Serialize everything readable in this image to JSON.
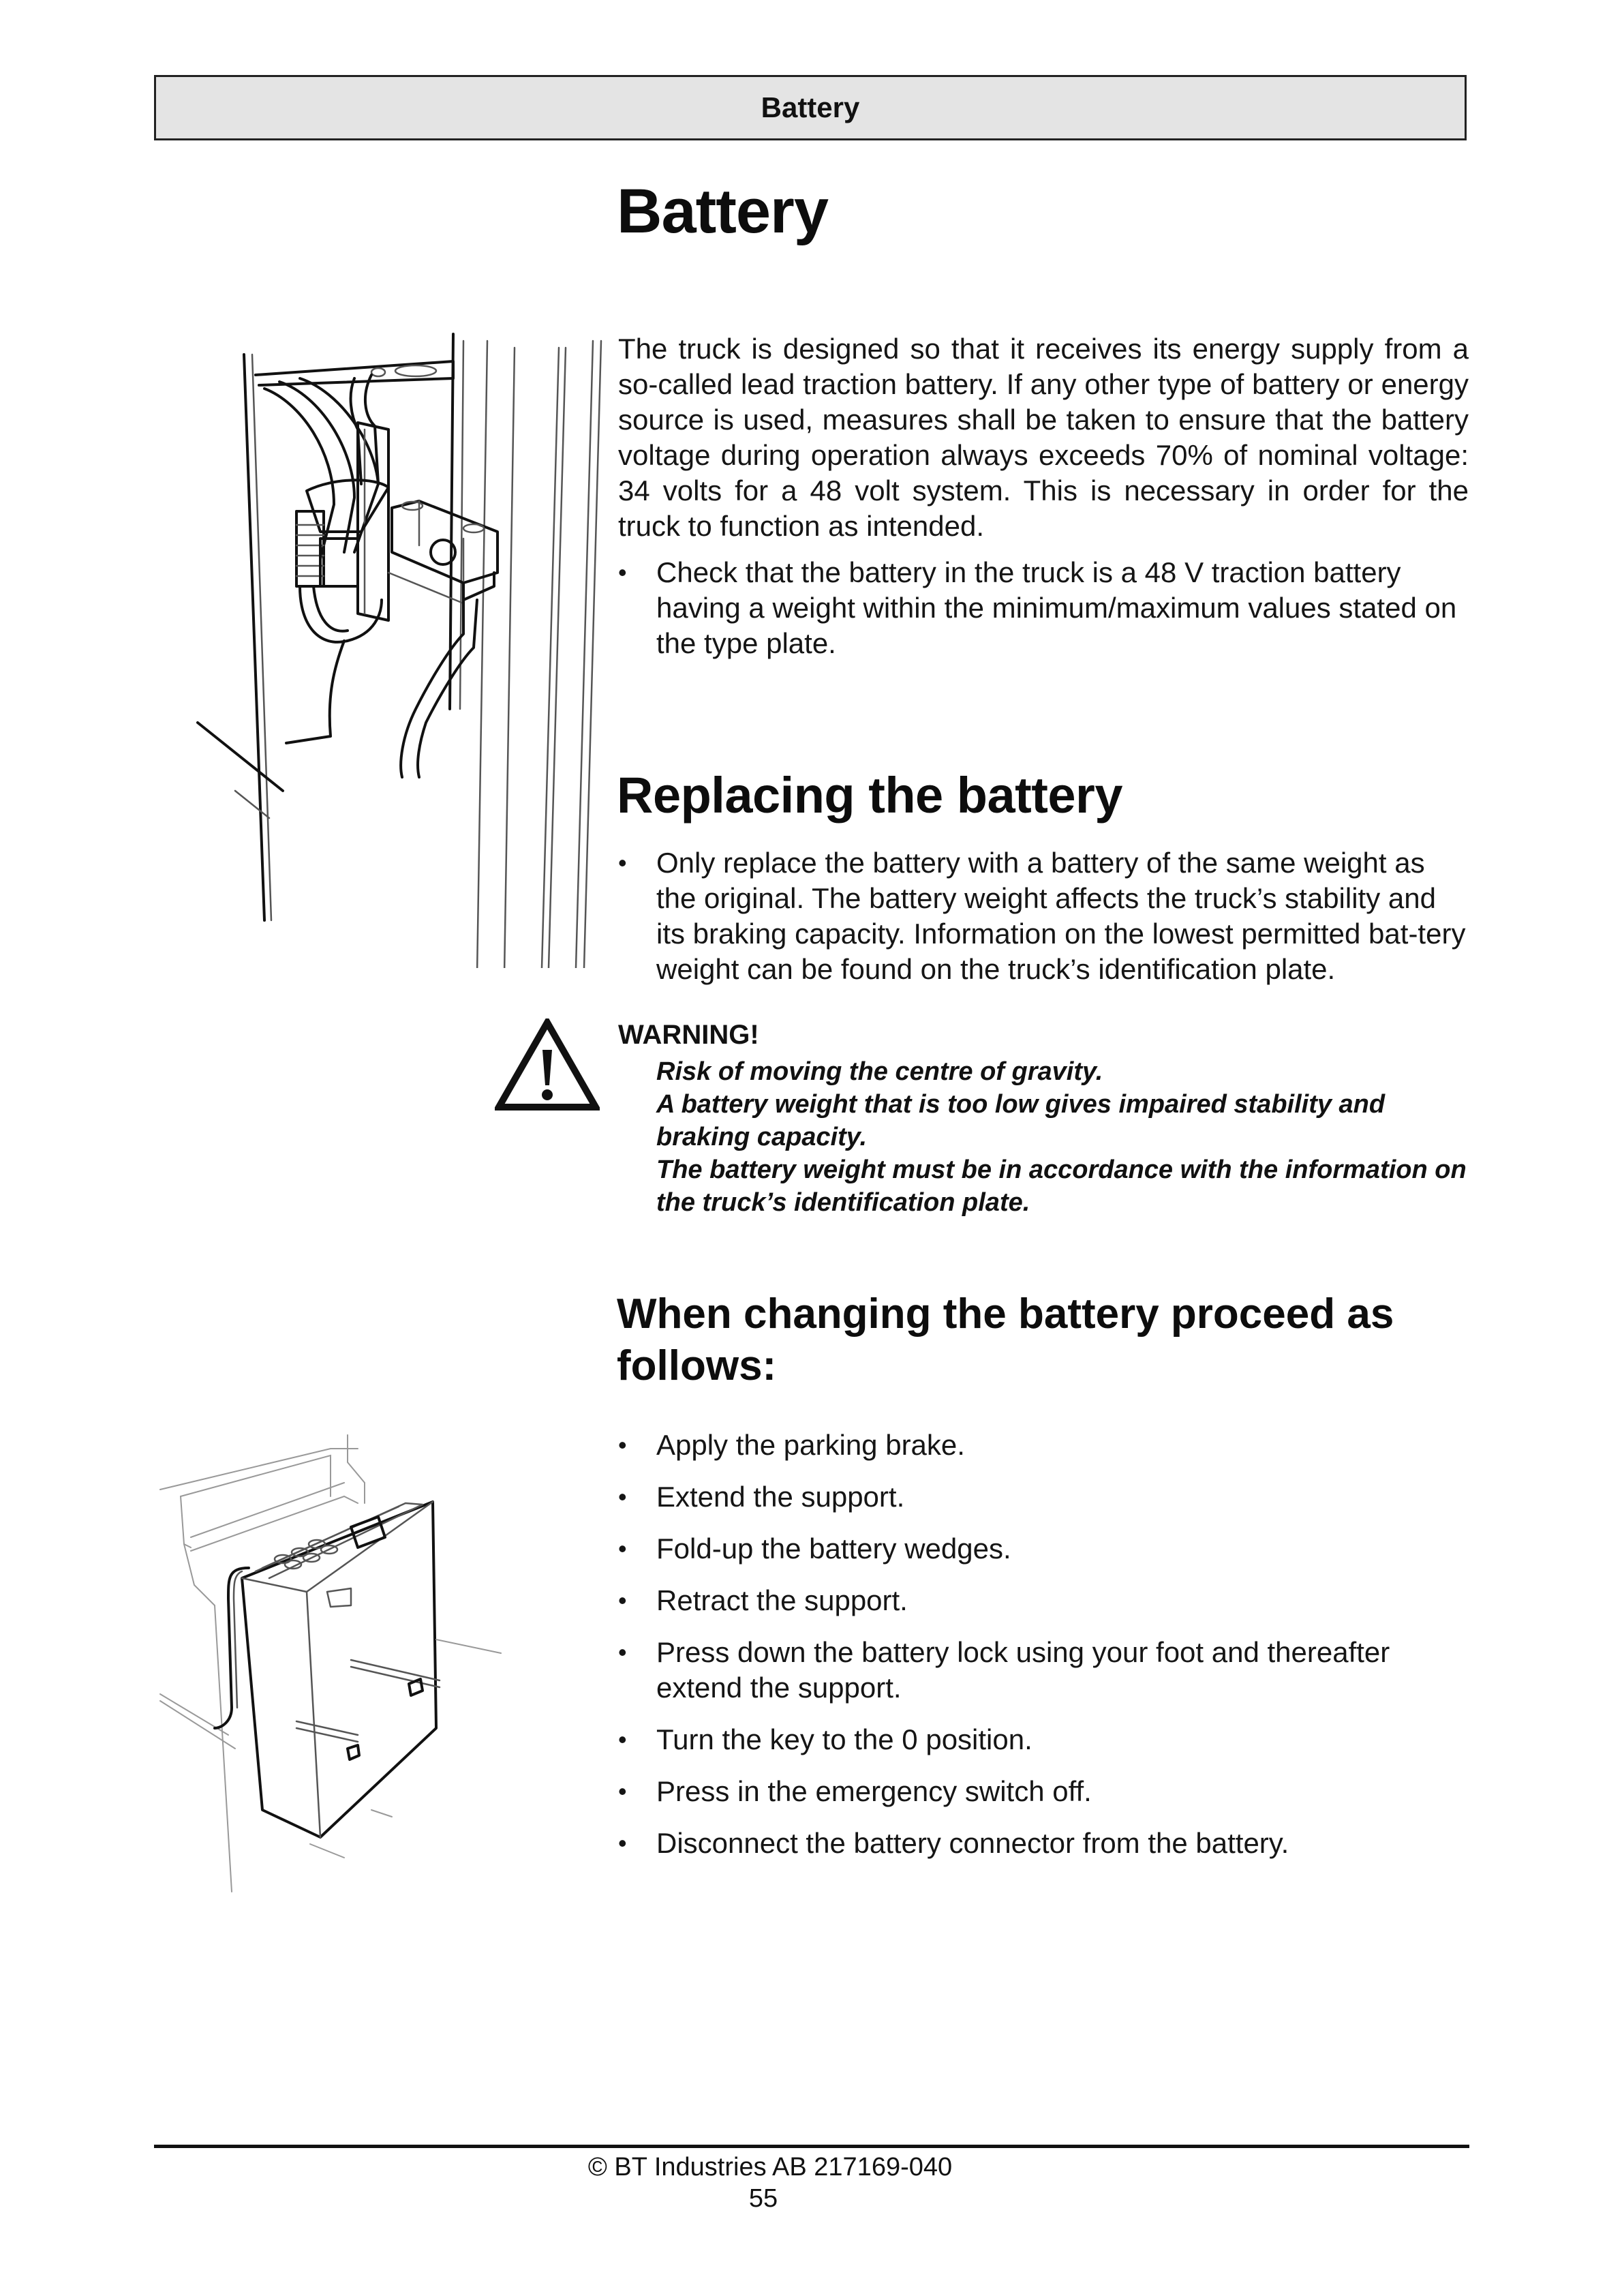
{
  "header": {
    "running_title": "Battery"
  },
  "page_title": "Battery",
  "intro": {
    "paragraph": "The truck is designed so that it receives its energy supply from a so-called lead traction battery. If any other type of battery or energy source is used, measures shall be taken to ensure that the battery voltage during operation always exceeds 70% of nominal voltage: 34 volts for a 48 volt system. This is necessary in order for the truck to function as intended.",
    "bullets": [
      "Check that the battery in the truck is a 48 V traction battery having a weight within the minimum/maximum values stated on the type plate."
    ]
  },
  "replacing": {
    "heading": "Replacing the battery",
    "bullets": [
      "Only replace the battery with a battery of the same weight as the original. The battery weight affects the truck’s stability and its braking capacity. Information on the lowest permitted bat-tery weight can be found on the truck’s identification plate."
    ]
  },
  "warning": {
    "title": "WARNING!",
    "lines": [
      "Risk of moving the centre of gravity.",
      "A battery weight that is too low gives impaired stability and braking capacity.",
      "The battery weight must be in accordance with the information on the truck’s identification plate."
    ],
    "icon": "warning-triangle-icon"
  },
  "procedure": {
    "heading": "When changing the battery proceed as follows:",
    "steps": [
      "Apply the parking brake.",
      "Extend the support.",
      "Fold-up the battery wedges.",
      "Retract the support.",
      "Press down the battery lock using your foot and thereafter extend the support.",
      "Turn the key to the 0 position.",
      "Press in the emergency switch off.",
      "Disconnect the battery connector from the battery."
    ]
  },
  "illustrations": {
    "top": "battery-connector-compartment-illustration",
    "bottom": "battery-on-support-illustration"
  },
  "footer": {
    "copyright": "© BT Industries AB 217169-040",
    "page_number": "55"
  }
}
